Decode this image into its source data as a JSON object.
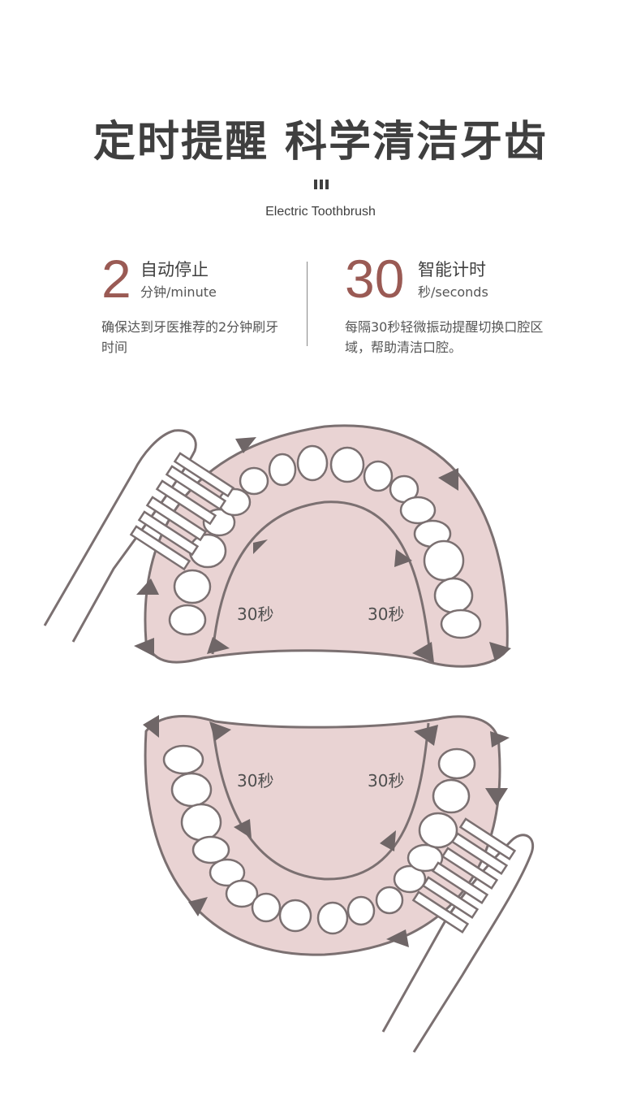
{
  "header": {
    "title": "定时提醒 科学清洁牙齿",
    "subtitle": "Electric Toothbrush"
  },
  "stats": [
    {
      "number": "2",
      "label": "自动停止",
      "unit": "分钟/minute",
      "desc": "确保达到牙医推荐的2分钟刷牙时间"
    },
    {
      "number": "30",
      "label": "智能计时",
      "unit": "秒/seconds",
      "desc": "每隔30秒轻微振动提醒切换口腔区域，帮助清洁口腔。"
    }
  ],
  "diagram": {
    "upper_left_label": "30秒",
    "upper_right_label": "30秒",
    "lower_left_label": "30秒",
    "lower_right_label": "30秒"
  },
  "colors": {
    "accent": "#9a5a54",
    "gum": "#e9d3d3",
    "outline": "#7b7071"
  }
}
